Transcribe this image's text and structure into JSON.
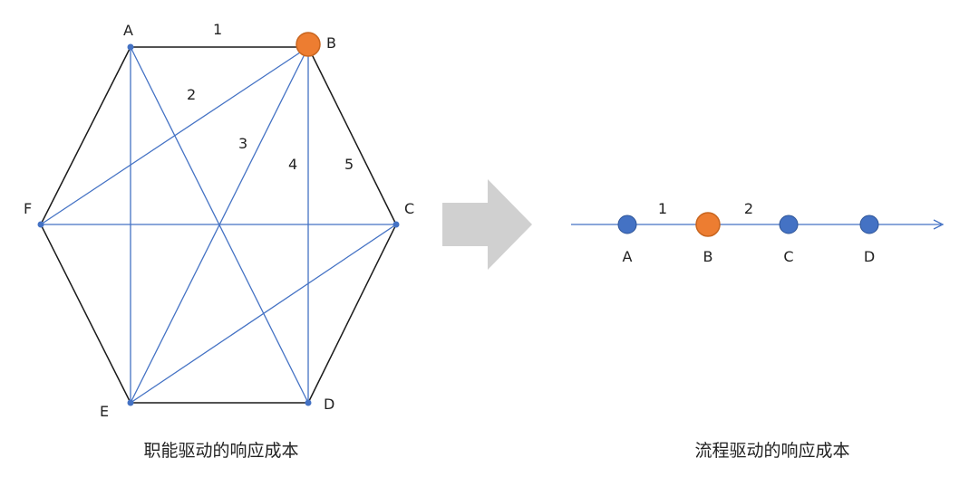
{
  "left_diagram": {
    "caption": "职能驱动的响应成本",
    "nodes": {
      "A": "A",
      "B": "B",
      "C": "C",
      "D": "D",
      "E": "E",
      "F": "F"
    },
    "edge_labels": [
      "1",
      "2",
      "3",
      "4",
      "5"
    ]
  },
  "right_diagram": {
    "caption": "流程驱动的响应成本",
    "nodes": [
      "A",
      "B",
      "C",
      "D"
    ],
    "edge_labels": [
      "1",
      "2"
    ]
  },
  "colors": {
    "hexagon_edge": "#1a1a1a",
    "diagonal": "#4472c4",
    "node_blue": "#4472c4",
    "node_highlight": "#ed7d31",
    "arrow": "#d0d0d0"
  }
}
